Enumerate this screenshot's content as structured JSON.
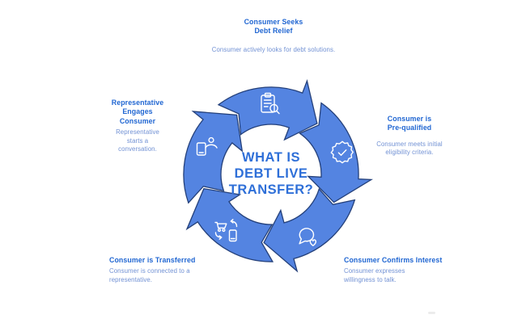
{
  "title": {
    "text": "WHAT IS\nDEBT LIVE\nTRANSFER?"
  },
  "steps": [
    {
      "id": "consumer-seeks-debt-relief",
      "heading": "Consumer Seeks\nDebt Relief",
      "description": "Consumer actively looks for debt solutions.",
      "icon": "clipboard-search-icon",
      "position": "top"
    },
    {
      "id": "consumer-pre-qualified",
      "heading": "Consumer is\nPre-qualified",
      "description": "Consumer meets initial\neligibility criteria.",
      "icon": "verified-badge-icon",
      "position": "right"
    },
    {
      "id": "consumer-confirms-interest",
      "heading": "Consumer Confirms Interest",
      "description": "Consumer expresses\nwillingness to talk.",
      "icon": "chat-heart-icon",
      "position": "bottom-right"
    },
    {
      "id": "consumer-is-transferred",
      "heading": "Consumer is Transferred",
      "description": "Consumer is connected to a\nrepresentative.",
      "icon": "cart-phone-transfer-icon",
      "position": "bottom-left"
    },
    {
      "id": "representative-engages-consumer",
      "heading": "Representative\nEngages\nConsumer",
      "description": "Representative\nstarts a\nconversation.",
      "icon": "phone-person-icon",
      "position": "left"
    }
  ],
  "colors": {
    "arrow_fill": "#5484e1",
    "arrow_outline": "#24407a",
    "heading_text": "#2066d2",
    "description_text": "#7191d4",
    "title_text": "#2e6fd8",
    "icon_stroke": "#ffffff",
    "background": "#ffffff"
  }
}
